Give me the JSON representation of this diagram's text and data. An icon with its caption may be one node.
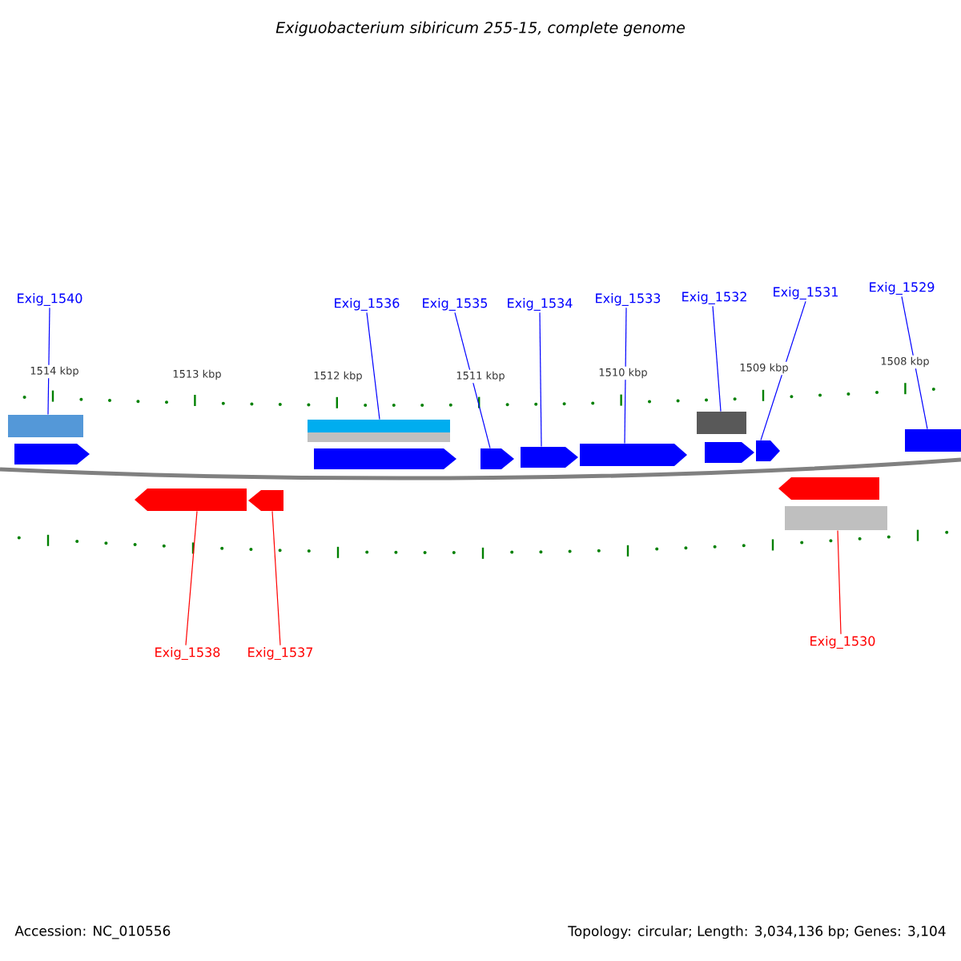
{
  "diagram": {
    "title": "Exiguobacterium sibiricum 255-15, complete genome",
    "nodes": [
      {
        "text": [
          "Exig_1540"
        ]
      },
      {
        "text": [
          "Exig_1536"
        ]
      },
      {
        "text": [
          "Exig_1535"
        ]
      },
      {
        "text": [
          "Exig_1534"
        ]
      },
      {
        "text": [
          "Exig_1533"
        ]
      },
      {
        "text": [
          "Exig_1532"
        ]
      },
      {
        "text": [
          "Exig_1531"
        ]
      },
      {
        "text": [
          "Exig_1529"
        ]
      },
      {
        "text": [
          "Exig_1538"
        ]
      },
      {
        "text": [
          "Exig_1537"
        ]
      },
      {
        "text": [
          "Exig_1530"
        ]
      },
      {
        "text": [],
        "shape": "bar"
      },
      {
        "text": [],
        "shape": "arrow"
      },
      {
        "text": [],
        "shape": "arrow"
      },
      {
        "text": [],
        "shape": "arrow"
      },
      {
        "text": [],
        "shape": "bar"
      },
      {
        "text": [],
        "shape": "bar"
      },
      {
        "text": [],
        "shape": "arrow"
      },
      {
        "text": [],
        "shape": "arrow"
      },
      {
        "text": [],
        "shape": "arrow"
      },
      {
        "text": [],
        "shape": "arrow"
      },
      {
        "text": [],
        "shape": "bar"
      },
      {
        "text": [],
        "shape": "arrow"
      },
      {
        "text": [],
        "shape": "arrow"
      },
      {
        "text": [],
        "shape": "arrow"
      },
      {
        "text": [],
        "shape": "bar"
      },
      {
        "text": [],
        "shape": "arrow"
      }
    ],
    "edges": [
      {
        "from": 0,
        "to": 11,
        "arrow": "none"
      },
      {
        "from": 1,
        "to": 15,
        "arrow": "none"
      },
      {
        "from": 2,
        "to": 18,
        "arrow": "none"
      },
      {
        "from": 3,
        "to": 19,
        "arrow": "none"
      },
      {
        "from": 4,
        "to": 20,
        "arrow": "none"
      },
      {
        "from": 5,
        "to": 21,
        "arrow": "none"
      },
      {
        "from": 6,
        "to": 23,
        "arrow": "none"
      },
      {
        "from": 7,
        "to": 26,
        "arrow": "none"
      },
      {
        "from": 8,
        "to": 13,
        "arrow": "none",
        "color": "#ff0000"
      },
      {
        "from": 9,
        "to": 14,
        "arrow": "none",
        "color": "#ff0000"
      },
      {
        "from": 10,
        "to": 25,
        "arrow": "none",
        "color": "#ff0000"
      }
    ],
    "labels": [
      "1514 kbp",
      "1513 kbp",
      "1512 kbp",
      "1511 kbp",
      "1510 kbp",
      "1509 kbp",
      "1508 kbp",
      "Accession: NC_010556",
      "Topology: circular; Length: 3,034,136 bp; Genes: 3,104"
    ]
  }
}
